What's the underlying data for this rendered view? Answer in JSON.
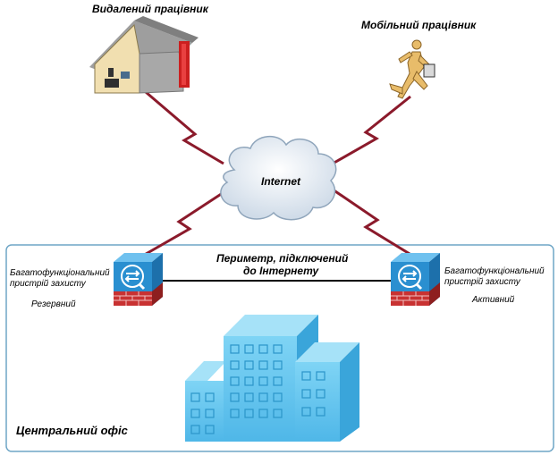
{
  "labels": {
    "remote_worker": "Видалений працівник",
    "mobile_worker": "Мобільний працівник",
    "internet": "Internet",
    "perimeter_line1": "Периметр, підключений",
    "perimeter_line2": "до Інтернету",
    "left_device_line1": "Багатофункціональний",
    "left_device_line2": "пристрій захисту",
    "left_device_status": "Резервний",
    "right_device_line1": "Багатофункціональний",
    "right_device_line2": "пристрій захисту",
    "right_device_status": "Активний",
    "central_office": "Центральний офіс"
  },
  "colors": {
    "wan_link": "#8b1a2b",
    "office_border": "#6fa6c6",
    "appliance_body": "#2a8fd0",
    "appliance_base": "#cc3333",
    "building": "#5ec3ee",
    "cloud": "#e6eef6"
  },
  "icons": [
    "house-icon",
    "runner-icon",
    "cloud-icon",
    "security-appliance-icon",
    "building-icon"
  ]
}
